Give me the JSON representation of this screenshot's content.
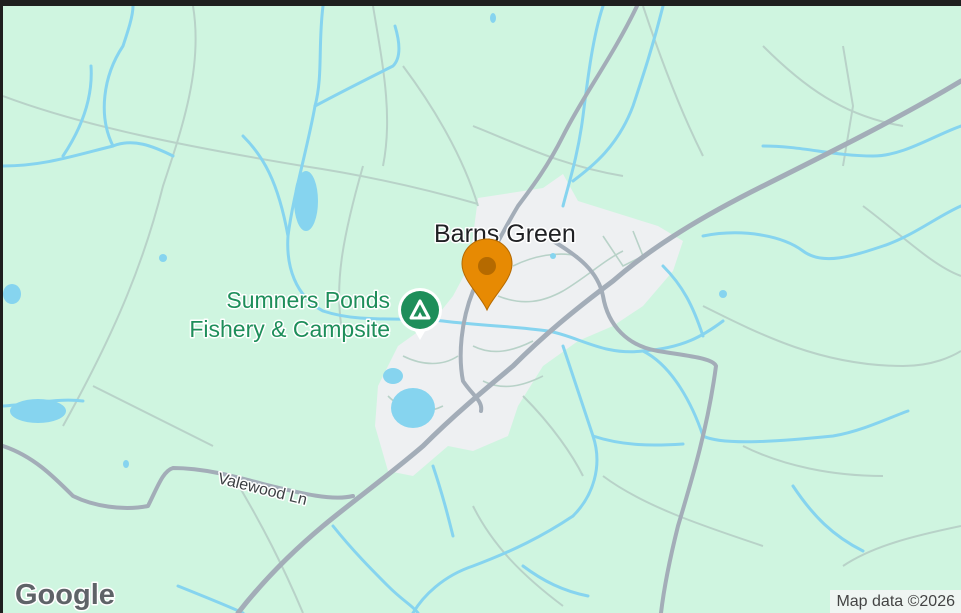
{
  "map": {
    "town_label": "Barns Green",
    "poi": {
      "line1": "Sumners Ponds",
      "line2": "Fishery & Campsite",
      "icon": "campground-icon"
    },
    "road_label": "Valewood Ln",
    "marker_icon": "map-pin-icon",
    "logo_text": "Google",
    "attribution": "Map data ©2026"
  },
  "colors": {
    "land": "#cff5e0",
    "settlement": "#eef0f2",
    "water": "#86d4ef",
    "major_road": "#a3adb8",
    "minor_road": "#b8d2c8",
    "marker": "#e78a03",
    "marker_dot": "#b56a00",
    "poi": "#1e8e5a",
    "frame": "#1f1f1f"
  }
}
